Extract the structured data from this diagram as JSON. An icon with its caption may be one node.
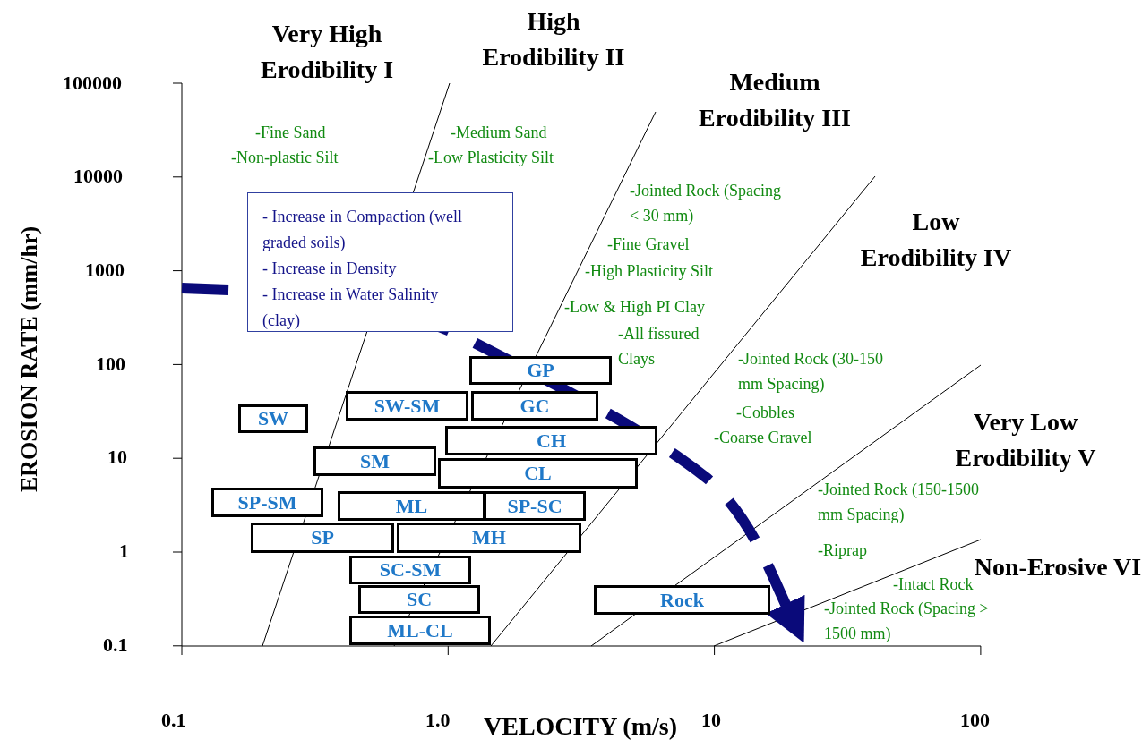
{
  "diagram": {
    "nodes": [
      {
        "text": [
          "- Increase in Compaction (well graded soils)",
          "- Increase in Density",
          "- Increase in Water Salinity (clay)"
        ]
      },
      {
        "text": [
          "GP"
        ]
      },
      {
        "text": [
          "SW-SM"
        ]
      },
      {
        "text": [
          "GC"
        ]
      },
      {
        "text": [
          "SW"
        ]
      },
      {
        "text": [
          "CH"
        ]
      },
      {
        "text": [
          "SM"
        ]
      },
      {
        "text": [
          "CL"
        ]
      },
      {
        "text": [
          "SP-SM"
        ]
      },
      {
        "text": [
          "ML"
        ]
      },
      {
        "text": [
          "SP-SC"
        ]
      },
      {
        "text": [
          "SP"
        ]
      },
      {
        "text": [
          "MH"
        ]
      },
      {
        "text": [
          "SC-SM"
        ]
      },
      {
        "text": [
          "SC"
        ]
      },
      {
        "text": [
          "Rock"
        ]
      },
      {
        "text": [
          "ML-CL"
        ]
      }
    ],
    "edges": [],
    "labels": [
      "Very High Erodibility I",
      "High Erodibility II",
      "-Fine Sand",
      "-Non-plastic Silt",
      "-Medium Sand",
      "-Low Plasticity Silt",
      "Medium Erodibility III",
      "-Jointed Rock (Spacing < 30 mm)",
      "-Fine Gravel",
      "-High Plasticity Silt",
      "Low Erodibility IV",
      "-Low & High PI Clay",
      "-All fissured Clays",
      "-Jointed Rock (30-150 mm Spacing)",
      "-Cobbles",
      "-Coarse Gravel",
      "Very Low Erodibility V",
      "-Jointed Rock (150-1500 mm Spacing)",
      "-Riprap",
      "Non-Erosive VI",
      "-Intact Rock",
      "-Jointed Rock (Spacing > 1500 mm)",
      "100000",
      "10000",
      "1000",
      "100",
      "10",
      "1",
      "0.1",
      "0.1",
      "1.0",
      "10",
      "100",
      "EROSION RATE (mm/hr)",
      "VELOCITY (m/s)"
    ]
  }
}
